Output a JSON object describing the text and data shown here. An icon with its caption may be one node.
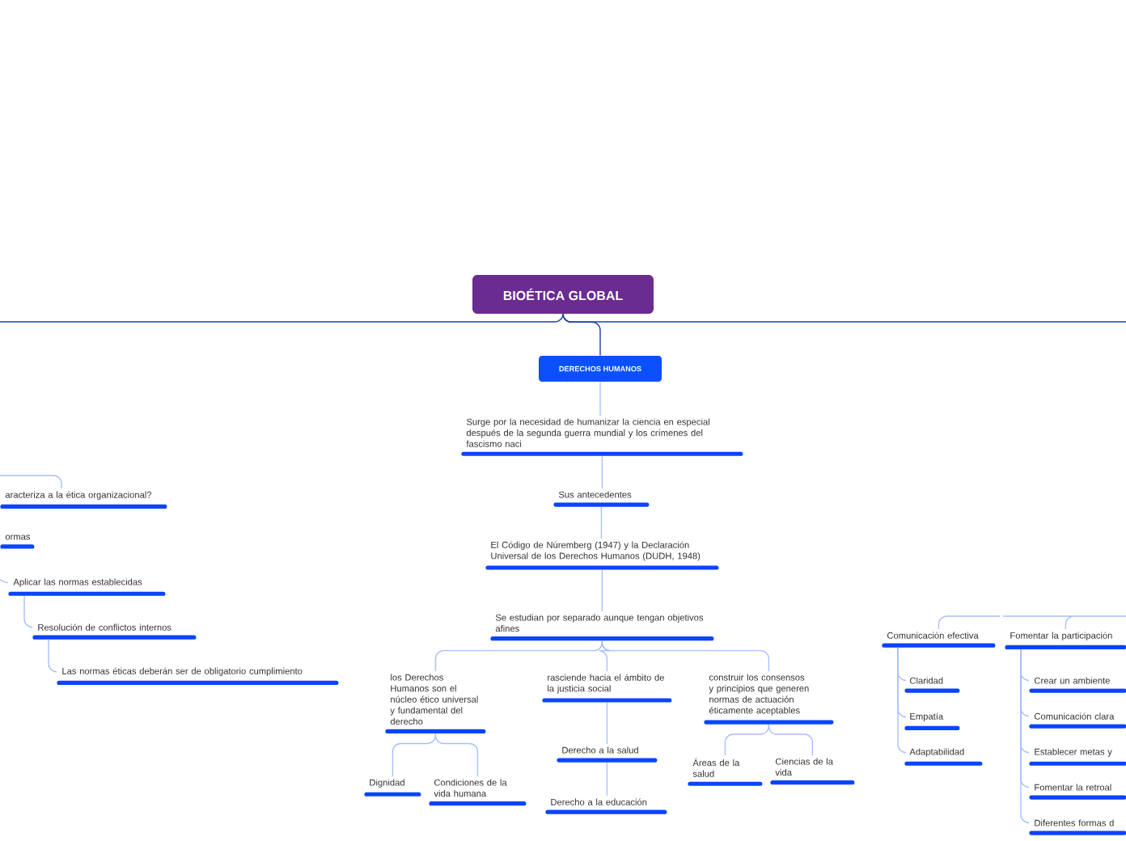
{
  "diagram": {
    "nodes": [
      {
        "text": [
          "BIOÉTICA GLOBAL"
        ]
      },
      {
        "text": [
          "DERECHOS HUMANOS"
        ]
      },
      {
        "text": [
          "Surge por la necesidad de humanizar la ciencia en especial después de la segunda guerra mundial y los crímenes del fascismo naci"
        ]
      },
      {
        "text": [
          "Sus antecedentes"
        ]
      },
      {
        "text": [
          "El Código de Núremberg (1947) y la Declaración Universal de los Derechos Humanos (DUDH, 1948)"
        ]
      },
      {
        "text": [
          "Se estudian por separado aunque tengan objetivos afines"
        ]
      },
      {
        "text": [
          "los Derechos Humanos son el núcleo ético universal y fundamental del derecho"
        ]
      },
      {
        "text": [
          "rasciende hacia el ámbito de la justicia social"
        ]
      },
      {
        "text": [
          "construir los consensos y principios que generen normas de actuación éticamente aceptables"
        ]
      },
      {
        "text": [
          "Dignidad"
        ]
      },
      {
        "text": [
          "Condiciones de la vida humana"
        ]
      },
      {
        "text": [
          "Derecho a la salud"
        ]
      },
      {
        "text": [
          "Derecho a la educación"
        ]
      },
      {
        "text": [
          "Áreas de la salud"
        ]
      },
      {
        "text": [
          "Ciencias de la vida"
        ]
      },
      {
        "text": [
          "aracteriza a la ética organizacional?"
        ]
      },
      {
        "text": [
          "ormas"
        ]
      },
      {
        "text": [
          "Aplicar las normas establecidas"
        ]
      },
      {
        "text": [
          "Resolución de conflictos internos"
        ]
      },
      {
        "text": [
          "Las normas éticas deberán ser de obligatorio cumplimiento"
        ]
      },
      {
        "text": [
          "Comunicación efectiva"
        ]
      },
      {
        "text": [
          "Claridad"
        ]
      },
      {
        "text": [
          "Empatía"
        ]
      },
      {
        "text": [
          "Adaptabilidad"
        ]
      },
      {
        "text": [
          "Fomentar la participación"
        ]
      },
      {
        "text": [
          "Crear un ambiente"
        ]
      },
      {
        "text": [
          "Comunicación clara"
        ]
      },
      {
        "text": [
          "Establecer metas y"
        ]
      },
      {
        "text": [
          "Fomentar la retroal"
        ]
      },
      {
        "text": [
          "Diferentes formas d"
        ]
      }
    ],
    "edges": [
      {
        "from": 0,
        "to": null,
        "arrow": "none",
        "color": "#1c3fa8"
      },
      {
        "from": 0,
        "to": null,
        "arrow": "none",
        "color": "#1c3fa8"
      },
      {
        "from": 0,
        "to": 1,
        "arrow": "none",
        "color": "#1c3fa8"
      },
      {
        "from": 1,
        "to": 2,
        "arrow": "none"
      },
      {
        "from": 2,
        "to": 3,
        "arrow": "none"
      },
      {
        "from": 3,
        "to": 4,
        "arrow": "none"
      },
      {
        "from": 4,
        "to": 5,
        "arrow": "none"
      },
      {
        "from": 5,
        "to": 6,
        "arrow": "none"
      },
      {
        "from": 5,
        "to": 7,
        "arrow": "none"
      },
      {
        "from": 5,
        "to": 8,
        "arrow": "none"
      },
      {
        "from": 6,
        "to": 9,
        "arrow": "none"
      },
      {
        "from": 6,
        "to": 10,
        "arrow": "none"
      },
      {
        "from": 7,
        "to": 11,
        "arrow": "none"
      },
      {
        "from": 11,
        "to": 12,
        "arrow": "none"
      },
      {
        "from": 8,
        "to": 13,
        "arrow": "none"
      },
      {
        "from": 8,
        "to": 14,
        "arrow": "none"
      },
      {
        "from": null,
        "to": 15,
        "arrow": "none"
      },
      {
        "from": null,
        "to": 17,
        "arrow": "none"
      },
      {
        "from": 17,
        "to": 18,
        "arrow": "none"
      },
      {
        "from": 18,
        "to": 19,
        "arrow": "none"
      },
      {
        "from": null,
        "to": 20,
        "arrow": "none"
      },
      {
        "from": null,
        "to": 24,
        "arrow": "none"
      },
      {
        "from": 20,
        "to": 21,
        "arrow": "none"
      },
      {
        "from": 20,
        "to": 22,
        "arrow": "none"
      },
      {
        "from": 20,
        "to": 23,
        "arrow": "none"
      },
      {
        "from": 24,
        "to": 25,
        "arrow": "none"
      },
      {
        "from": 24,
        "to": 26,
        "arrow": "none"
      },
      {
        "from": 24,
        "to": 27,
        "arrow": "none"
      },
      {
        "from": 24,
        "to": 28,
        "arrow": "none"
      },
      {
        "from": 24,
        "to": 29,
        "arrow": "none"
      }
    ]
  }
}
